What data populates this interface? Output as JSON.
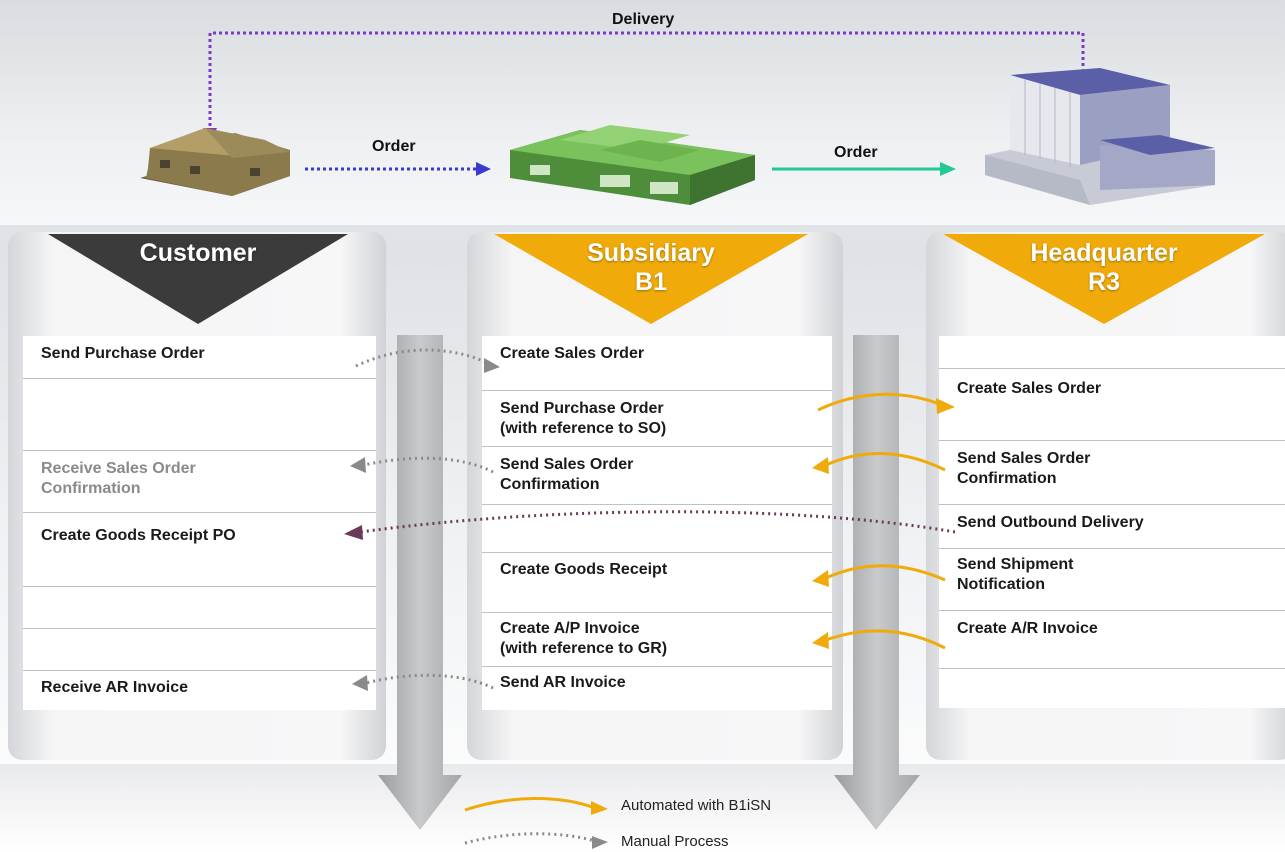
{
  "top": {
    "delivery_label": "Delivery",
    "order_label_1": "Order",
    "order_label_2": "Order",
    "icons": [
      "customer-house-icon",
      "subsidiary-building-icon",
      "headquarter-building-icon"
    ]
  },
  "lanes": [
    {
      "title_line1": "Customer",
      "title_line2": "",
      "header_color": "#3b3b3b",
      "cells": [
        {
          "text": "Send Purchase Order",
          "style": "normal"
        },
        {
          "text": "",
          "style": "normal"
        },
        {
          "text": "Receive Sales Order\nConfirmation",
          "style": "dim"
        },
        {
          "text": "Create Goods Receipt PO",
          "style": "normal"
        },
        {
          "text": "",
          "style": "normal"
        },
        {
          "text": "",
          "style": "normal"
        },
        {
          "text": "Receive AR Invoice",
          "style": "normal"
        }
      ]
    },
    {
      "title_line1": "Subsidiary",
      "title_line2": "B1",
      "header_color": "#f0aa0a",
      "cells": [
        {
          "text": "Create Sales Order",
          "style": "normal"
        },
        {
          "text": "Send Purchase Order\n(with reference to SO)",
          "style": "normal"
        },
        {
          "text": "Send Sales Order\nConfirmation",
          "style": "normal"
        },
        {
          "text": "",
          "style": "normal"
        },
        {
          "text": "Create Goods Receipt",
          "style": "normal"
        },
        {
          "text": "Create A/P Invoice\n(with reference to GR)",
          "style": "normal"
        },
        {
          "text": "Send AR Invoice",
          "style": "normal"
        }
      ]
    },
    {
      "title_line1": "Headquarter",
      "title_line2": "R3",
      "header_color": "#f0aa0a",
      "cells": [
        {
          "text": "",
          "style": "normal"
        },
        {
          "text": "Create Sales Order",
          "style": "normal"
        },
        {
          "text": "Send Sales Order\nConfirmation",
          "style": "normal"
        },
        {
          "text": "Send Outbound Delivery",
          "style": "normal"
        },
        {
          "text": "Send Shipment\nNotification",
          "style": "normal"
        },
        {
          "text": "Create A/R Invoice",
          "style": "normal"
        },
        {
          "text": "",
          "style": "normal"
        }
      ]
    }
  ],
  "legend": {
    "automated_label": "Automated with B1iSN",
    "manual_label": "Manual Process"
  },
  "colors": {
    "delivery_line": "#7a3cc4",
    "order_line": "#3a3ad0",
    "order_line_2": "#22c896",
    "automated_arrow": "#f0aa0a",
    "manual_arrow": "#8a8a8a",
    "goods_arrow": "#6a3a5a"
  }
}
